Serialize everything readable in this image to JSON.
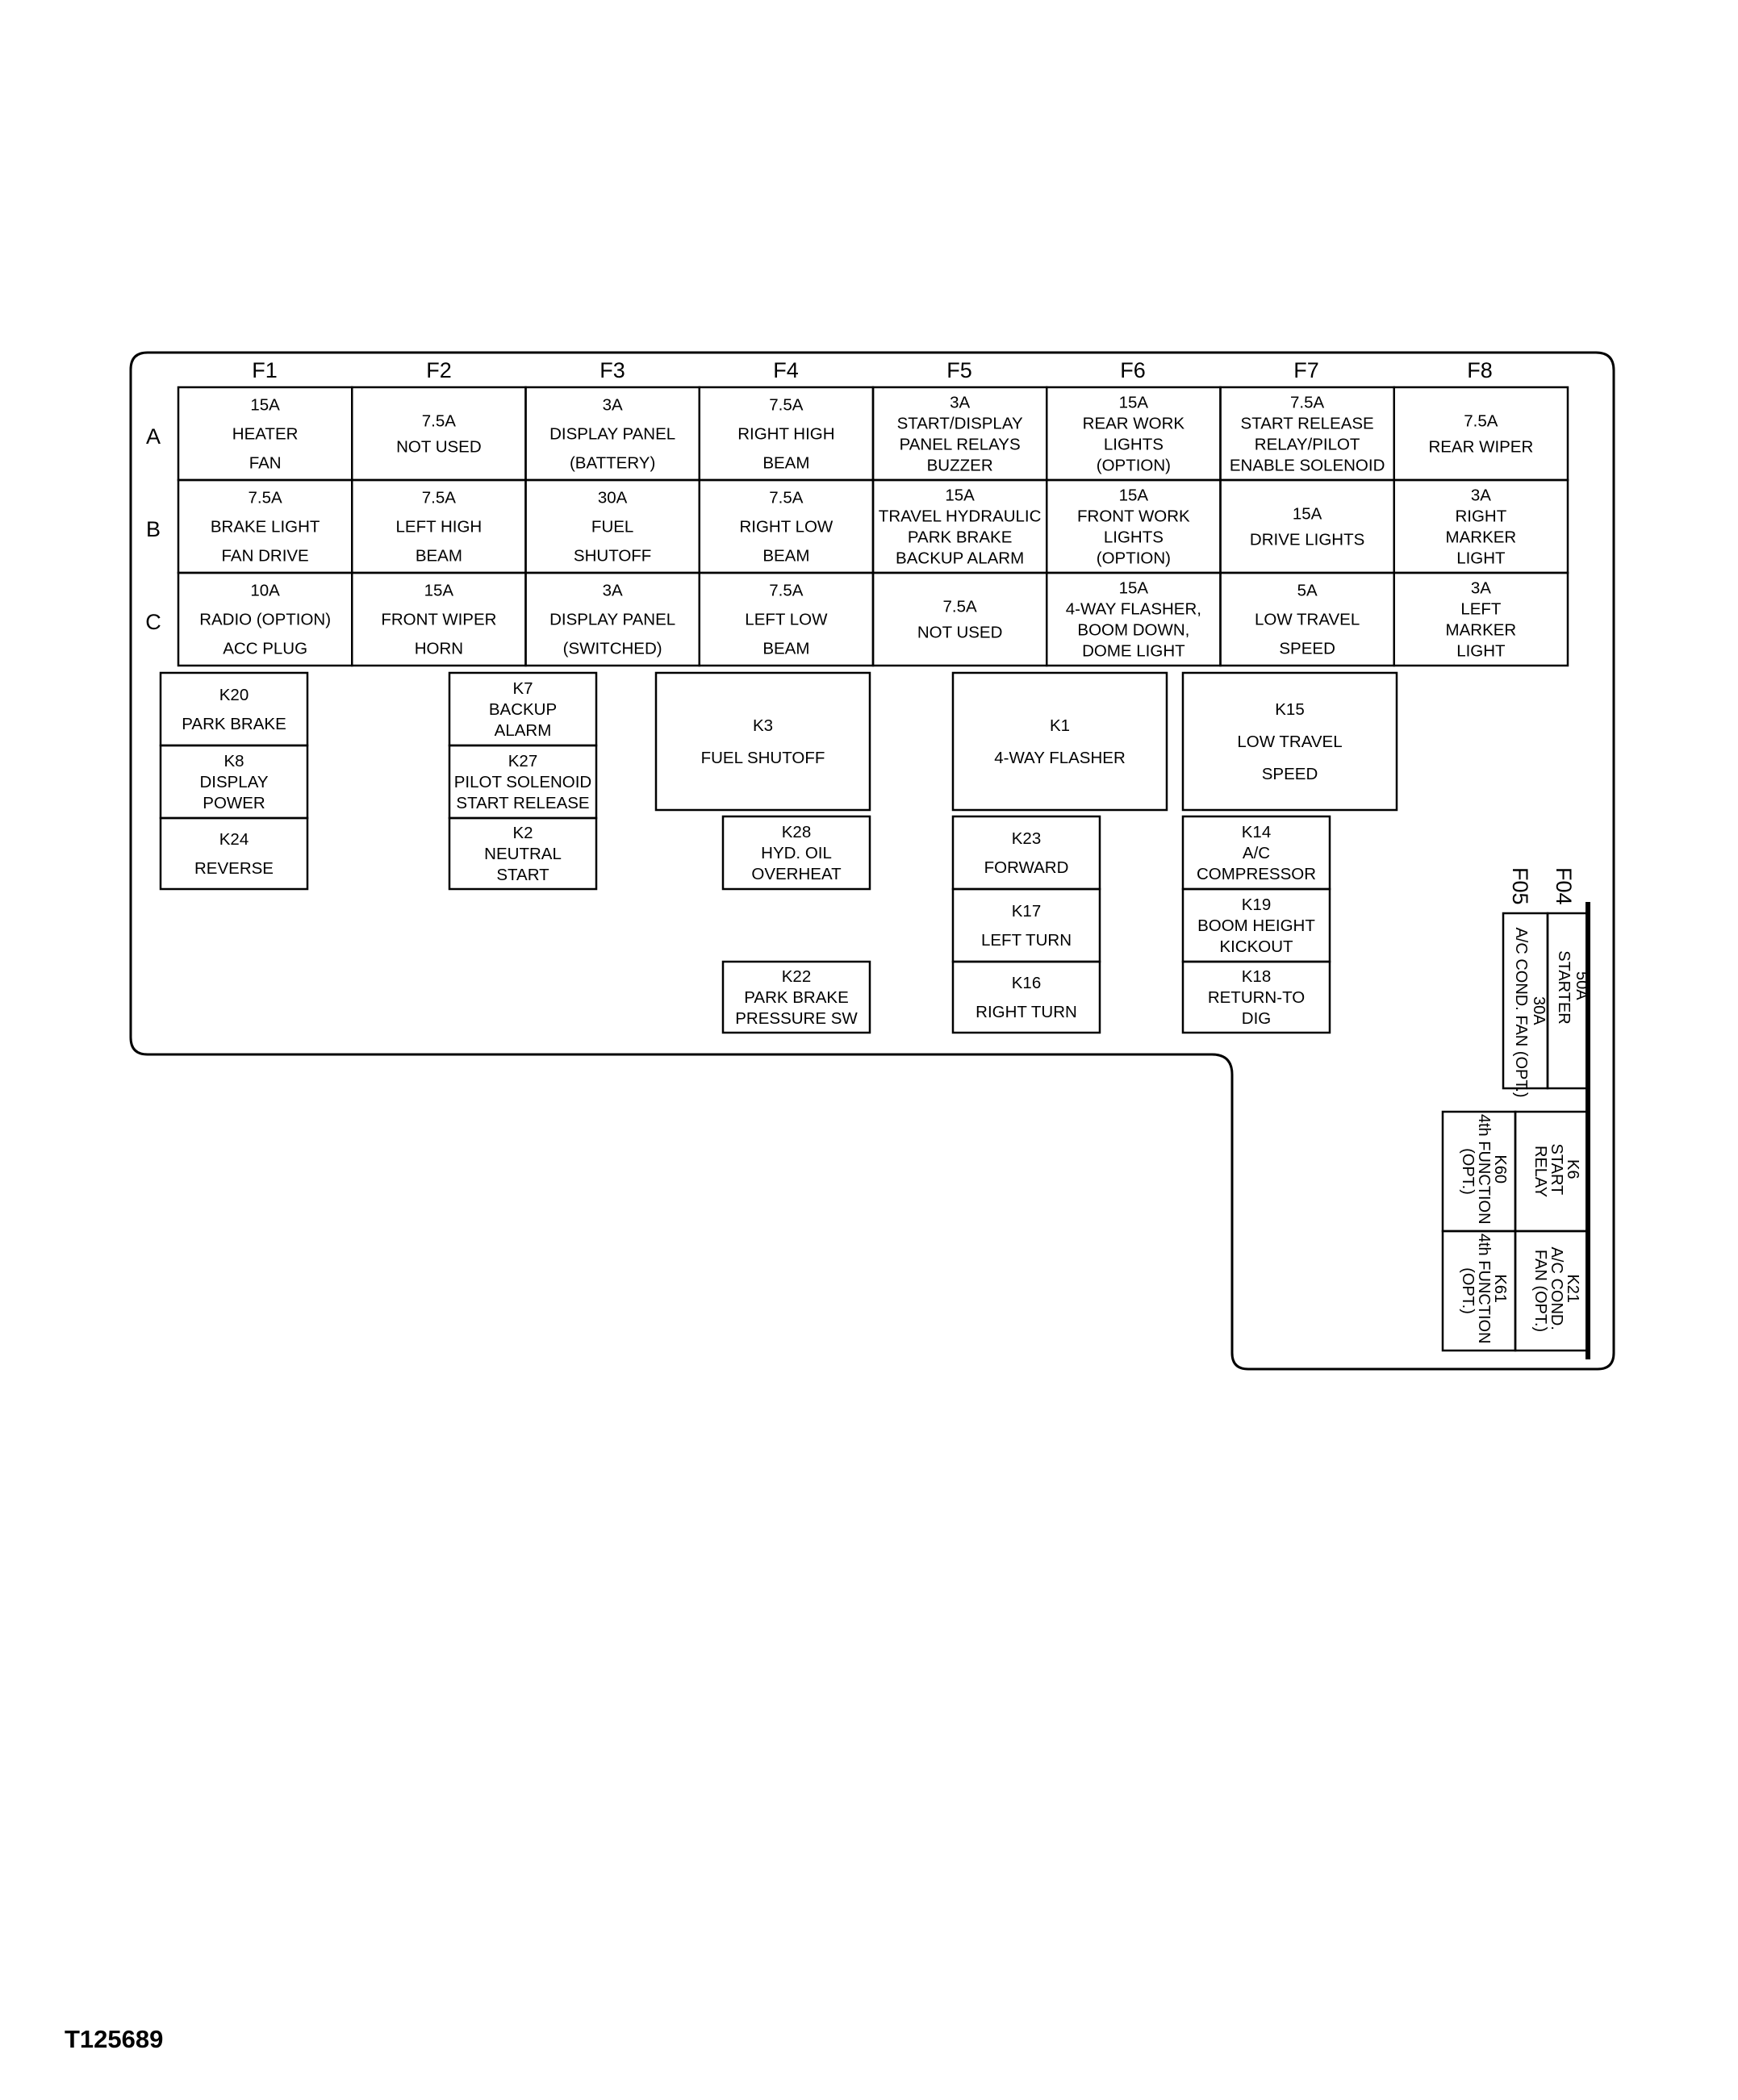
{
  "columns": [
    "F1",
    "F2",
    "F3",
    "F4",
    "F5",
    "F6",
    "F7",
    "F8"
  ],
  "rows": [
    "A",
    "B",
    "C"
  ],
  "fuses": {
    "A": [
      [
        "15A",
        "HEATER",
        "FAN"
      ],
      [
        "7.5A",
        "NOT USED"
      ],
      [
        "3A",
        "DISPLAY PANEL",
        "(BATTERY)"
      ],
      [
        "7.5A",
        "RIGHT HIGH",
        "BEAM"
      ],
      [
        "3A",
        "START/DISPLAY",
        "PANEL RELAYS",
        "BUZZER"
      ],
      [
        "15A",
        "REAR WORK",
        "LIGHTS",
        "(OPTION)"
      ],
      [
        "7.5A",
        "START RELEASE",
        "RELAY/PILOT",
        "ENABLE SOLENOID"
      ],
      [
        "7.5A",
        "REAR WIPER"
      ]
    ],
    "B": [
      [
        "7.5A",
        "BRAKE LIGHT",
        "FAN DRIVE"
      ],
      [
        "7.5A",
        "LEFT HIGH",
        "BEAM"
      ],
      [
        "30A",
        "FUEL",
        "SHUTOFF"
      ],
      [
        "7.5A",
        "RIGHT LOW",
        "BEAM"
      ],
      [
        "15A",
        "TRAVEL HYDRAULIC",
        "PARK BRAKE",
        "BACKUP ALARM"
      ],
      [
        "15A",
        "FRONT WORK",
        "LIGHTS",
        "(OPTION)"
      ],
      [
        "15A",
        "DRIVE LIGHTS"
      ],
      [
        "3A",
        "RIGHT",
        "MARKER",
        "LIGHT"
      ]
    ],
    "C": [
      [
        "10A",
        "RADIO (OPTION)",
        "ACC PLUG"
      ],
      [
        "15A",
        "FRONT WIPER",
        "HORN"
      ],
      [
        "3A",
        "DISPLAY PANEL",
        "(SWITCHED)"
      ],
      [
        "7.5A",
        "LEFT LOW",
        "BEAM"
      ],
      [
        "7.5A",
        "NOT USED"
      ],
      [
        "15A",
        "4-WAY FLASHER,",
        "BOOM DOWN,",
        "DOME LIGHT"
      ],
      [
        "5A",
        "LOW TRAVEL",
        "SPEED"
      ],
      [
        "3A",
        "LEFT",
        "MARKER",
        "LIGHT"
      ]
    ]
  },
  "relays": {
    "K20": [
      "K20",
      "PARK BRAKE"
    ],
    "K8": [
      "K8",
      "DISPLAY",
      "POWER"
    ],
    "K24": [
      "K24",
      "REVERSE"
    ],
    "K7": [
      "K7",
      "BACKUP",
      "ALARM"
    ],
    "K27": [
      "K27",
      "PILOT SOLENOID",
      "START RELEASE"
    ],
    "K2": [
      "K2",
      "NEUTRAL",
      "START"
    ],
    "K3": [
      "K3",
      "FUEL SHUTOFF"
    ],
    "K28": [
      "K28",
      "HYD. OIL",
      "OVERHEAT"
    ],
    "K22": [
      "K22",
      "PARK BRAKE",
      "PRESSURE SW"
    ],
    "K1": [
      "K1",
      "4-WAY FLASHER"
    ],
    "K23": [
      "K23",
      "FORWARD"
    ],
    "K17": [
      "K17",
      "LEFT TURN"
    ],
    "K16": [
      "K16",
      "RIGHT TURN"
    ],
    "K15": [
      "K15",
      "LOW TRAVEL",
      "SPEED"
    ],
    "K14": [
      "K14",
      "A/C",
      "COMPRESSOR"
    ],
    "K19": [
      "K19",
      "BOOM HEIGHT",
      "KICKOUT"
    ],
    "K18": [
      "K18",
      "RETURN-TO",
      "DIG"
    ]
  },
  "side_fuses": {
    "F04": {
      "label": "F04",
      "lines": [
        "50A",
        "STARTER"
      ]
    },
    "F05": {
      "label": "F05",
      "lines": [
        "30A",
        "A/C COND. FAN (OPT.)"
      ]
    }
  },
  "side_relays": {
    "K6": [
      "K6",
      "START",
      "RELAY"
    ],
    "K60": [
      "K60",
      "4th FUNCTION",
      "(OPT.)"
    ],
    "K21": [
      "K21",
      "A/C COND.",
      "FAN (OPT.)"
    ],
    "K61": [
      "K61",
      "4th FUNCTION",
      "(OPT.)"
    ]
  },
  "figure_id": "T125689"
}
